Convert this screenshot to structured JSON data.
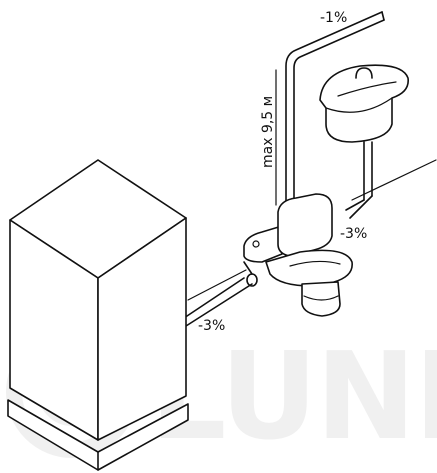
{
  "labels": {
    "slope_top": "-1%",
    "max_height": "max 9,5 м",
    "slope_mid": "-3%",
    "slope_low": "-3%"
  },
  "watermark": {
    "text": "LUNDA"
  },
  "colors": {
    "line": "#111111",
    "background": "#ffffff",
    "watermark": "#f0f0f0"
  }
}
